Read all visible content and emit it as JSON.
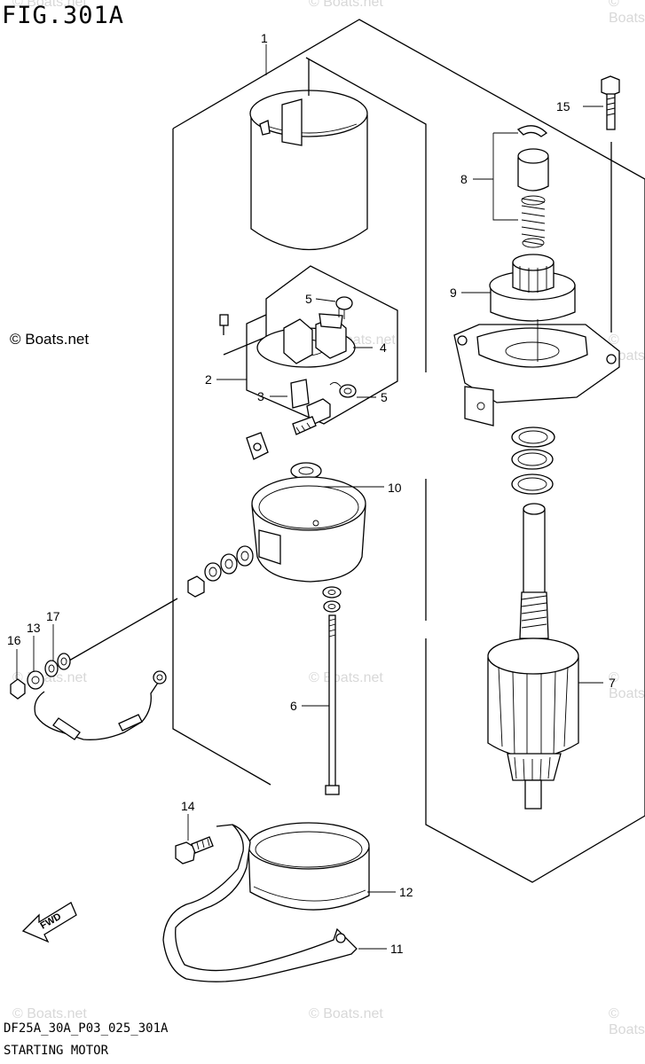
{
  "header": {
    "figure_title": "FIG.301A"
  },
  "footer": {
    "diagram_code": "DF25A_30A_P03_025_301A",
    "diagram_name": "STARTING MOTOR"
  },
  "copyright": "© Boats.net",
  "watermark": "© Boats.net",
  "direction_label": "FWD",
  "callouts": {
    "c1": "1",
    "c2": "2",
    "c3": "3",
    "c4": "4",
    "c5a": "5",
    "c5b": "5",
    "c6": "6",
    "c7": "7",
    "c8": "8",
    "c9": "9",
    "c10": "10",
    "c11": "11",
    "c12": "12",
    "c13": "13",
    "c14": "14",
    "c15": "15",
    "c16": "16",
    "c17": "17"
  }
}
